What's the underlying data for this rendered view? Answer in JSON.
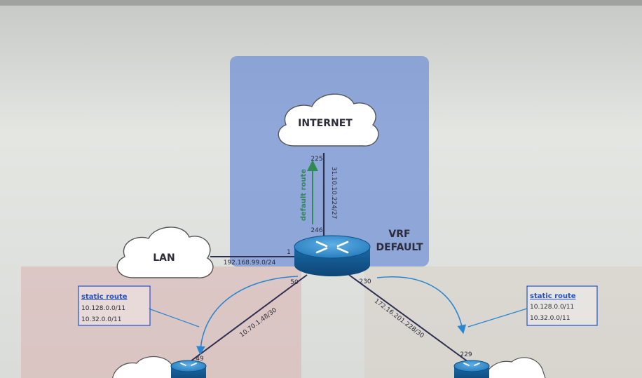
{
  "clouds": {
    "internet": "INTERNET",
    "lan": "LAN"
  },
  "vrf": {
    "line1": "VRF",
    "line2": "DEFAULT"
  },
  "links": {
    "inet_subnet": "31.10.10.224/27",
    "inet_iface_top": "225",
    "inet_iface_bottom": "246",
    "default_route": "default route",
    "lan_subnet": "192.168.99.0/24",
    "lan_iface": "1",
    "left_iface_core": "50",
    "left_subnet": "10.70.1.48/30",
    "left_iface_remote": "49",
    "right_iface_core": "230",
    "right_subnet": "172.16.201.228/30",
    "right_iface_remote": "229"
  },
  "static_left": {
    "title": "static route",
    "routes": [
      "10.128.0.0/11",
      "10.32.0.0/11"
    ]
  },
  "static_right": {
    "title": "static route",
    "routes": [
      "10.128.0.0/11",
      "10.32.0.0/11"
    ]
  },
  "colors": {
    "zone_blue": "#6f8fd6",
    "zone_red": "#d9a8a8",
    "router_blue": "#1f76b8",
    "link_dark": "#2f3050",
    "arrow_blue": "#2a86d0",
    "route_green": "#2f8a55",
    "static_blue": "#2550c8"
  }
}
